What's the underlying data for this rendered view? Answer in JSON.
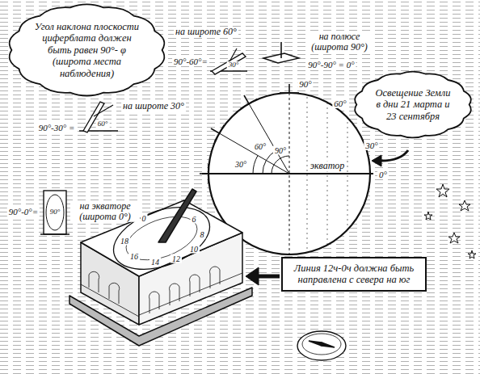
{
  "diagram": {
    "nodes": [
      {
        "text": [
          "Угол наклона плоскости циферблата должен быть равен 90°- φ (широта места наблюдения)"
        ]
      },
      {
        "text": [
          "Освещение Земли в дни 21 марта и 23 сентября"
        ]
      },
      {
        "text": [
          "Линия 12ч-0ч должна быть направлена с севера на юг"
        ]
      }
    ],
    "labels": [
      "на широте 60°",
      "90°-60°=",
      "30°",
      "на полюсе (широта 90°)",
      "90°-90° = 0°",
      "на широте 30°",
      "90°-30° =",
      "60°",
      "90°-0°=",
      "90°",
      "на экваторе (широта 0°)",
      "90°",
      "60°",
      "30°",
      "0°",
      "60°",
      "90°",
      "30°",
      "экватор",
      "0",
      "18",
      "16",
      "14",
      "12",
      "10",
      "8",
      "6"
    ]
  }
}
